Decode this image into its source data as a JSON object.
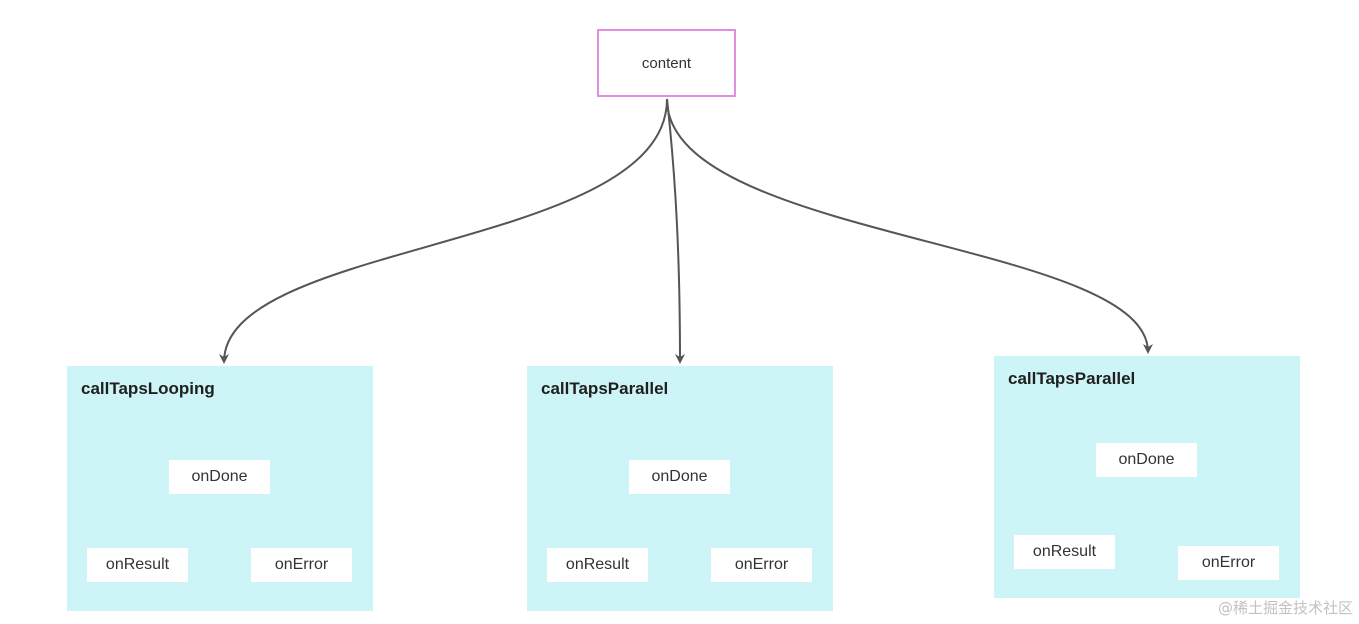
{
  "root": {
    "label": "content"
  },
  "groups": [
    {
      "title": "callTapsLooping",
      "callbacks": {
        "done": "onDone",
        "result": "onResult",
        "error": "onError"
      }
    },
    {
      "title": "callTapsParallel",
      "callbacks": {
        "done": "onDone",
        "result": "onResult",
        "error": "onError"
      }
    },
    {
      "title": "callTapsParallel",
      "callbacks": {
        "done": "onDone",
        "result": "onResult",
        "error": "onError"
      }
    }
  ],
  "edges": [
    {
      "from": "content",
      "to": "callTapsLooping"
    },
    {
      "from": "content",
      "to": "callTapsParallel"
    },
    {
      "from": "content",
      "to": "callTapsParallel"
    }
  ],
  "colors": {
    "root_border": "#e08ee0",
    "group_fill": "#cdf4f7",
    "edge": "#555555"
  },
  "watermark": "@稀土掘金技术社区"
}
